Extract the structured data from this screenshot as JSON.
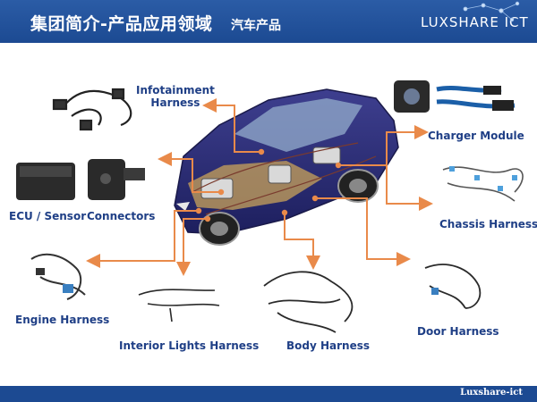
{
  "header": {
    "title": "集团简介-产品应用领域",
    "subtitle": "汽车产品",
    "brand": "LUXSHARE ICT"
  },
  "labels": {
    "infotainment": "Infotainment\nHarness",
    "charger": "Charger Module",
    "ecu": "ECU / Sensor",
    "connectors": "Connectors",
    "chassis": "Chassis Harness",
    "engine": "Engine Harness",
    "interior": "Interior Lights Harness",
    "body": "Body Harness",
    "door": "Door Harness"
  },
  "footer": {
    "text": "Luxshare-ict"
  },
  "colors": {
    "header_blue": "#1c4a92",
    "arrow_orange": "#e98a4a",
    "label_blue": "#1f3f86"
  }
}
